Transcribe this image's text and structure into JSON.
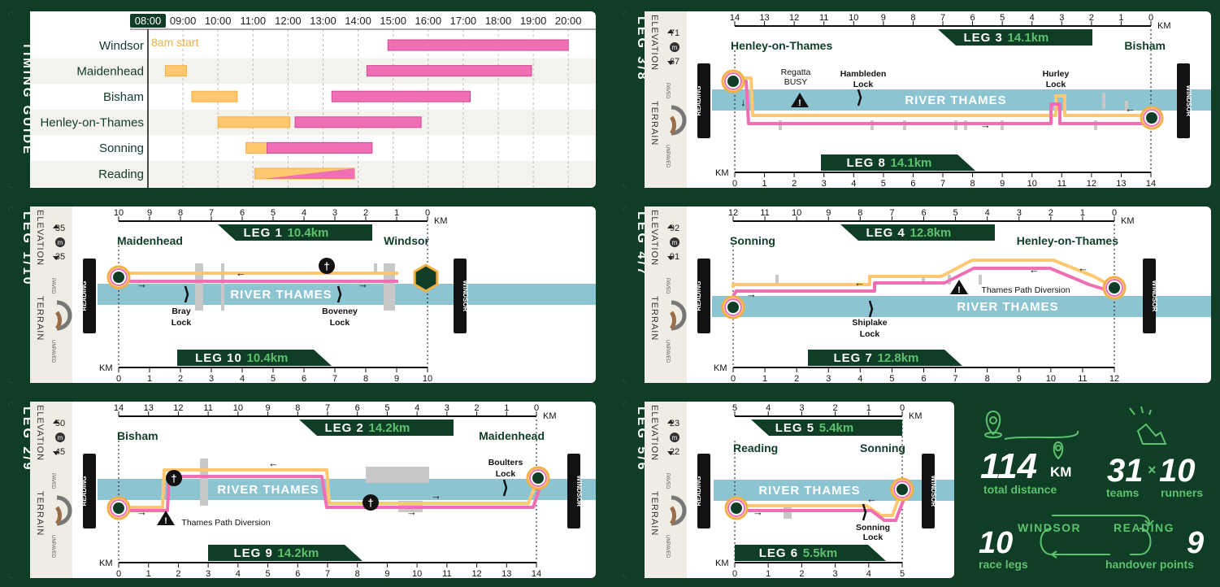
{
  "timing": {
    "title": "TIMING GUIDE",
    "times": [
      "08:00",
      "09:00",
      "10:00",
      "11:00",
      "12:00",
      "13:00",
      "14:00",
      "15:00",
      "16:00",
      "17:00",
      "18:00",
      "19:00",
      "20:00"
    ],
    "start_note": "8am start",
    "rows": [
      "Windsor",
      "Maidenhead",
      "Bisham",
      "Henley-on-Thames",
      "Sonning",
      "Reading"
    ],
    "colors": {
      "outbound": "#ffc870",
      "return": "#f06eb4"
    }
  },
  "common": {
    "elevation": "ELEVATION",
    "terrain": "TERRAIN",
    "paved": "PAVED",
    "unpaved": "UNPAVED",
    "m": "m",
    "km": "KM",
    "river": "RIVER THAMES",
    "reading_tab": "READING",
    "windsor_tab": "WINDSOR"
  },
  "legs": [
    {
      "id": "3/8",
      "title": "LEG 3/8",
      "elev_hi": "71",
      "elev_lo": "67",
      "start": "Henley-on-Thames",
      "end": "Bisham",
      "top_leg": "LEG 3",
      "top_dist": "14.1km",
      "bottom_leg": "LEG 8",
      "bottom_dist": "14.1km",
      "top_ticks": [
        "14",
        "13",
        "12",
        "11",
        "10",
        "9",
        "8",
        "7",
        "6",
        "5",
        "4",
        "3",
        "2",
        "1",
        "0"
      ],
      "bottom_ticks": [
        "0",
        "1",
        "2",
        "3",
        "4",
        "5",
        "6",
        "7",
        "8",
        "9",
        "10",
        "11",
        "12",
        "13",
        "14"
      ],
      "labels": [
        "Regatta",
        "BUSY",
        "Hambleden",
        "Lock",
        "Hurley",
        "Lock"
      ]
    },
    {
      "id": "1/10",
      "title": "LEG 1/10",
      "elev_hi": "35",
      "elev_lo": "35",
      "start": "Maidenhead",
      "end": "Windsor",
      "top_leg": "LEG 1",
      "top_dist": "10.4km",
      "bottom_leg": "LEG 10",
      "bottom_dist": "10.4km",
      "top_ticks": [
        "10",
        "9",
        "8",
        "7",
        "6",
        "5",
        "4",
        "3",
        "2",
        "1",
        "0"
      ],
      "bottom_ticks": [
        "0",
        "1",
        "2",
        "3",
        "4",
        "5",
        "6",
        "7",
        "8",
        "9",
        "10"
      ],
      "labels": [
        "Bray",
        "Lock",
        "Boveney",
        "Lock"
      ]
    },
    {
      "id": "4/7",
      "title": "LEG 4/7",
      "elev_hi": "92",
      "elev_lo": "91",
      "start": "Sonning",
      "end": "Henley-on-Thames",
      "top_leg": "LEG 4",
      "top_dist": "12.8km",
      "bottom_leg": "LEG 7",
      "bottom_dist": "12.8km",
      "top_ticks": [
        "12",
        "11",
        "10",
        "9",
        "8",
        "7",
        "6",
        "5",
        "4",
        "3",
        "2",
        "1",
        "0"
      ],
      "bottom_ticks": [
        "0",
        "1",
        "2",
        "3",
        "4",
        "5",
        "6",
        "7",
        "8",
        "9",
        "10",
        "11",
        "12"
      ],
      "labels": [
        "Thames Path Diversion",
        "Shiplake",
        "Lock"
      ]
    },
    {
      "id": "2/9",
      "title": "LEG 2/9",
      "elev_hi": "50",
      "elev_lo": "45",
      "start": "Bisham",
      "end": "Maidenhead",
      "top_leg": "LEG 2",
      "top_dist": "14.2km",
      "bottom_leg": "LEG 9",
      "bottom_dist": "14.2km",
      "top_ticks": [
        "14",
        "13",
        "12",
        "11",
        "10",
        "9",
        "8",
        "7",
        "6",
        "5",
        "4",
        "3",
        "2",
        "1",
        "0"
      ],
      "bottom_ticks": [
        "0",
        "1",
        "2",
        "3",
        "4",
        "5",
        "6",
        "7",
        "8",
        "9",
        "10",
        "11",
        "12",
        "13",
        "14"
      ],
      "labels": [
        "Thames Path Diversion",
        "Boulters",
        "Lock"
      ]
    },
    {
      "id": "5/6",
      "title": "LEG 5/6",
      "elev_hi": "23",
      "elev_lo": "22",
      "start": "Reading",
      "end": "Sonning",
      "top_leg": "LEG 5",
      "top_dist": "5.4km",
      "bottom_leg": "LEG 6",
      "bottom_dist": "5.5km",
      "top_ticks": [
        "5",
        "4",
        "3",
        "2",
        "1",
        "0"
      ],
      "bottom_ticks": [
        "0",
        "1",
        "2",
        "3",
        "4",
        "5"
      ],
      "labels": [
        "Sonning",
        "Lock"
      ]
    }
  ],
  "stats": {
    "total_km": "114",
    "km_unit": "KM",
    "total_label": "total distance",
    "teams": "31",
    "times_sign": "×",
    "runners": "10",
    "teams_label": "teams",
    "runners_label": "runners",
    "legs_num": "10",
    "legs_label": "race legs",
    "handover_num": "9",
    "handover_label": "handover points",
    "loop_left": "WINDSOR",
    "loop_right": "READING"
  }
}
